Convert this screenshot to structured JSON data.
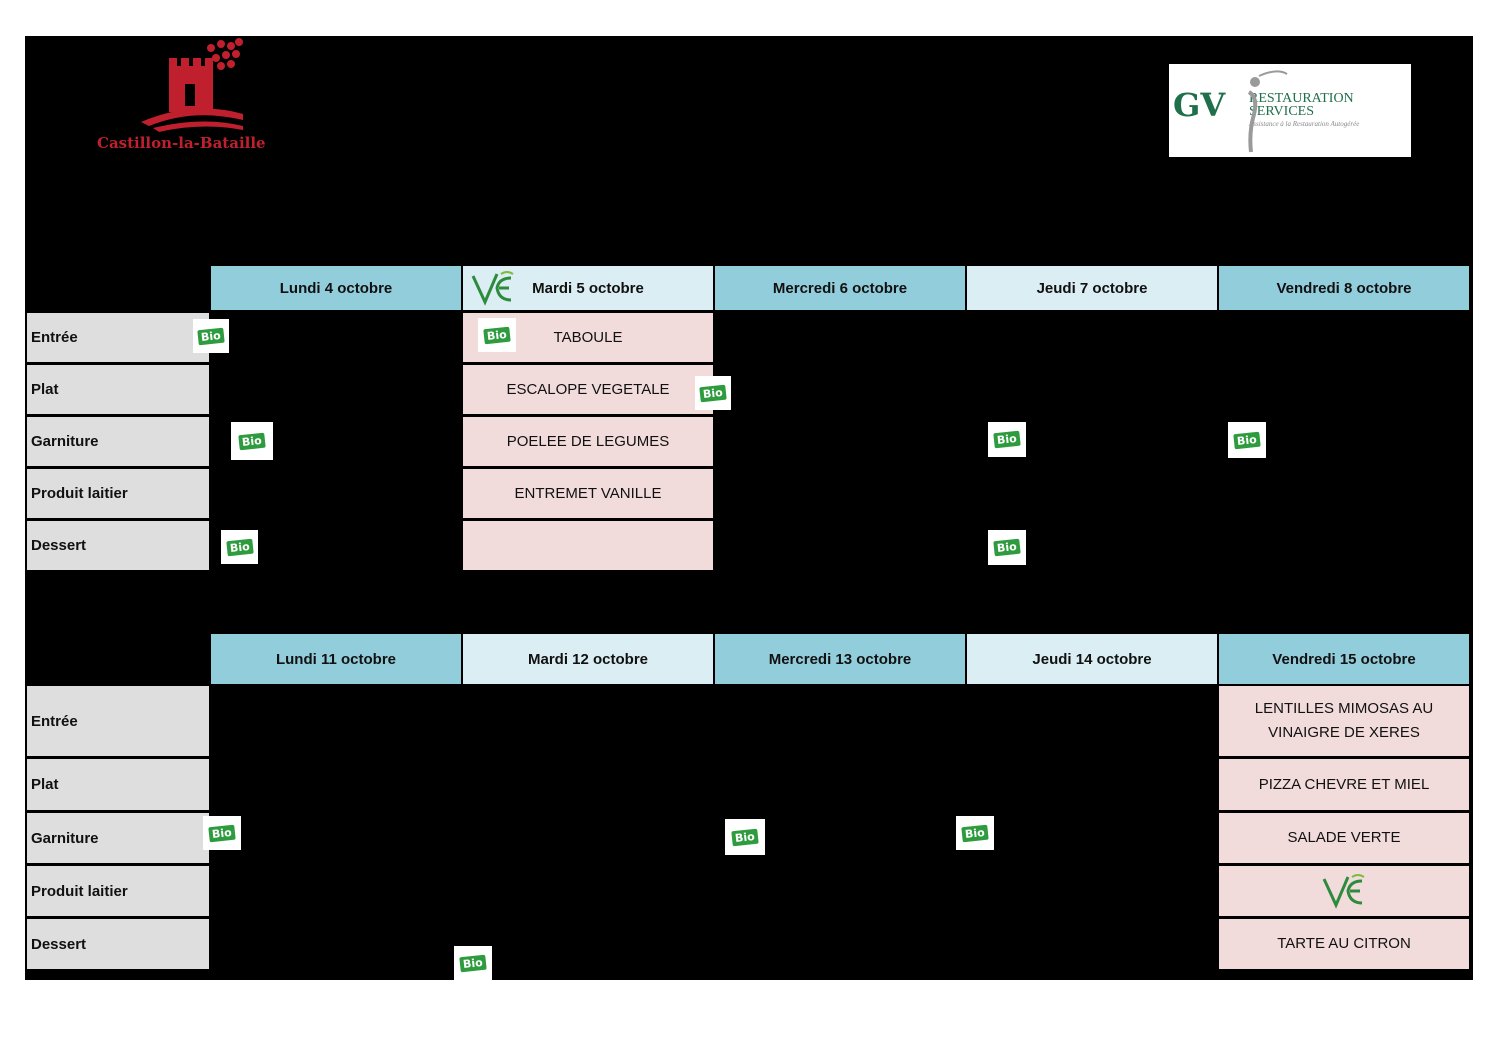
{
  "logos": {
    "town": "Castillon-la-Bataille",
    "caterer_initials": "GV",
    "caterer_line1": "RESTAURATION",
    "caterer_line2": "SERVICES",
    "caterer_tagline": "Assistance à la Restauration Autogérée"
  },
  "badges": {
    "bio": "Bio",
    "ve": "VE"
  },
  "rows": [
    "Entrée",
    "Plat",
    "Garniture",
    "Produit laitier",
    "Dessert"
  ],
  "week1": {
    "days": [
      "Lundi 4 octobre",
      "Mardi 5 octobre",
      "Mercredi 6 octobre",
      "Jeudi 7 octobre",
      "Vendredi 8 octobre"
    ],
    "mardi": [
      "TABOULE",
      "ESCALOPE VEGETALE",
      "POELEE DE LEGUMES",
      "ENTREMET VANILLE",
      ""
    ]
  },
  "week2": {
    "days": [
      "Lundi 11 octobre",
      "Mardi 12 octobre",
      "Mercredi 13 octobre",
      "Jeudi 14 octobre",
      "Vendredi 15 octobre"
    ],
    "vendredi": [
      "LENTILLES MIMOSAS AU VINAIGRE DE XERES",
      "PIZZA CHEVRE ET MIEL",
      "SALADE VERTE",
      "",
      "TARTE AU CITRON"
    ]
  },
  "colors": {
    "header_dark": "#92cddc",
    "header_light": "#daeef3",
    "dish_bg": "#f2dcdb",
    "label_bg": "#dedede",
    "bio_green": "#2e9b3e",
    "town_red": "#c0202e"
  }
}
